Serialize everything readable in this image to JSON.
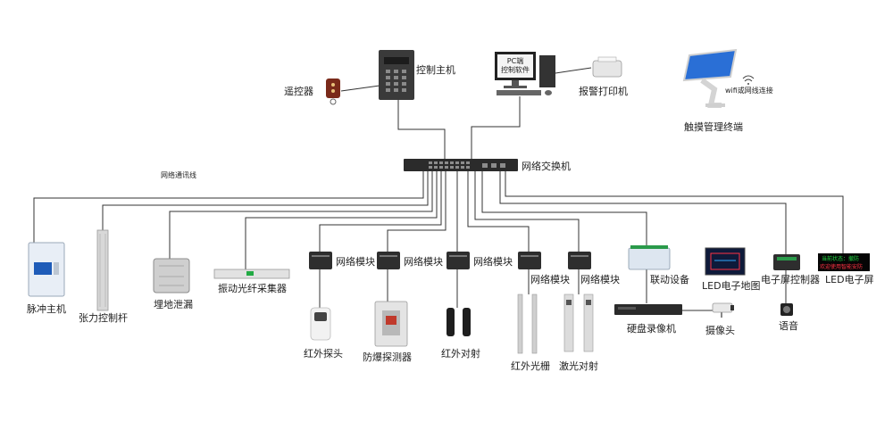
{
  "labels": {
    "remote": "遥控器",
    "control_host": "控制主机",
    "pc_screen_line1": "PC端",
    "pc_screen_line2": "控制软件",
    "alarm_printer": "报警打印机",
    "touch_terminal": "触摸管理终端",
    "wifi": "wifi或网线连接",
    "network_cable": "网络通讯线",
    "switch": "网络交换机",
    "pulse_host": "脉冲主机",
    "tension_rod": "张力控制杆",
    "buried_leak": "埋地泄漏",
    "fiber_collector": "振动光纤采集器",
    "net_module_1": "网络模块",
    "net_module_2": "网络模块",
    "net_module_3": "网络模块",
    "net_module_4": "网络模块",
    "net_module_5": "网络模块",
    "ir_probe": "红外探头",
    "explosion_detector": "防爆探测器",
    "ir_beam": "红外对射",
    "ir_grating": "红外光栅",
    "laser_beam": "激光对射",
    "linkage_device": "联动设备",
    "led_map": "LED电子地图",
    "hdd_recorder": "硬盘录像机",
    "camera": "摄像头",
    "screen_controller": "电子屏控制器",
    "voice": "语音",
    "led_screen": "LED电子屏",
    "led_screen_line1": "当前状态：撤防",
    "led_screen_line2": "欢迎使用智能安防"
  },
  "colors": {
    "wire": "#333333",
    "device_dark": "#2b2b2b",
    "device_gray": "#c8c8c8",
    "accent_blue": "#2a6fd6",
    "led_green": "#22dd44",
    "led_red": "#ff3344"
  }
}
